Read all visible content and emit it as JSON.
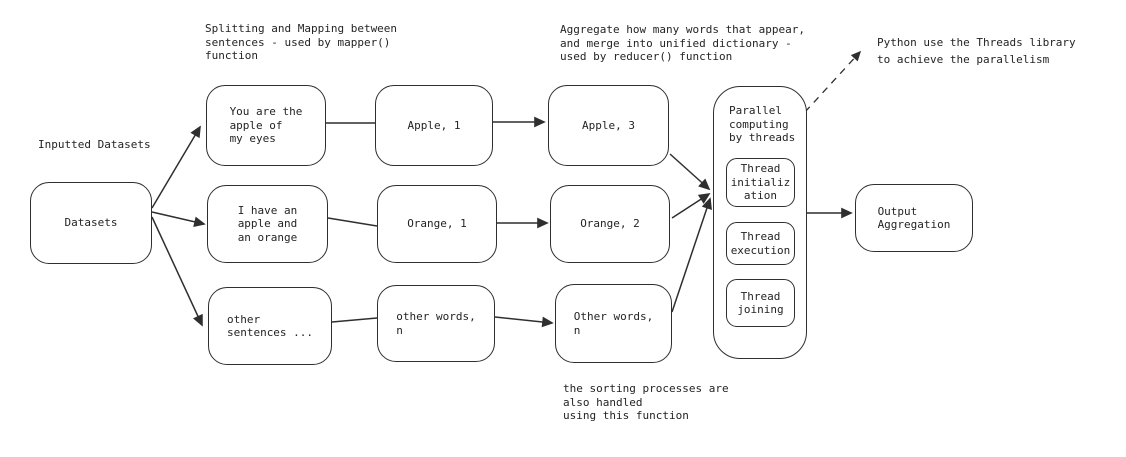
{
  "colors": {
    "stroke": "#2f2f2f",
    "text": "#242424",
    "background": "#ffffff"
  },
  "labels": {
    "inputted_datasets": "Inputted Datasets"
  },
  "annotations": {
    "mapper": "Splitting and Mapping between\nsentences - used by mapper()\nfunction",
    "reducer": "Aggregate how many words that appear,\nand merge into unified dictionary -\nused by reducer() function",
    "python_threads": "Python use the Threads library\nto achieve the parallelism",
    "sorting": "the sorting processes are\nalso handled\nusing this function"
  },
  "nodes": {
    "datasets": "Datasets",
    "sentence1": "You are the\napple of\nmy eyes",
    "sentence2": "I have an\napple and\nan orange",
    "sentence3": "other\nsentences ...",
    "map1": "Apple, 1",
    "map2": "Orange, 1",
    "map3": "other words,\nn",
    "reduce1": "Apple, 3",
    "reduce2": "Orange, 2",
    "reduce3": "Other words,\nn",
    "parallel_title": "Parallel\ncomputing\nby threads",
    "thread_init": "Thread\ninitializ\nation",
    "thread_exec": "Thread\nexecution",
    "thread_join": "Thread\njoining",
    "output": "Output\nAggregation"
  }
}
